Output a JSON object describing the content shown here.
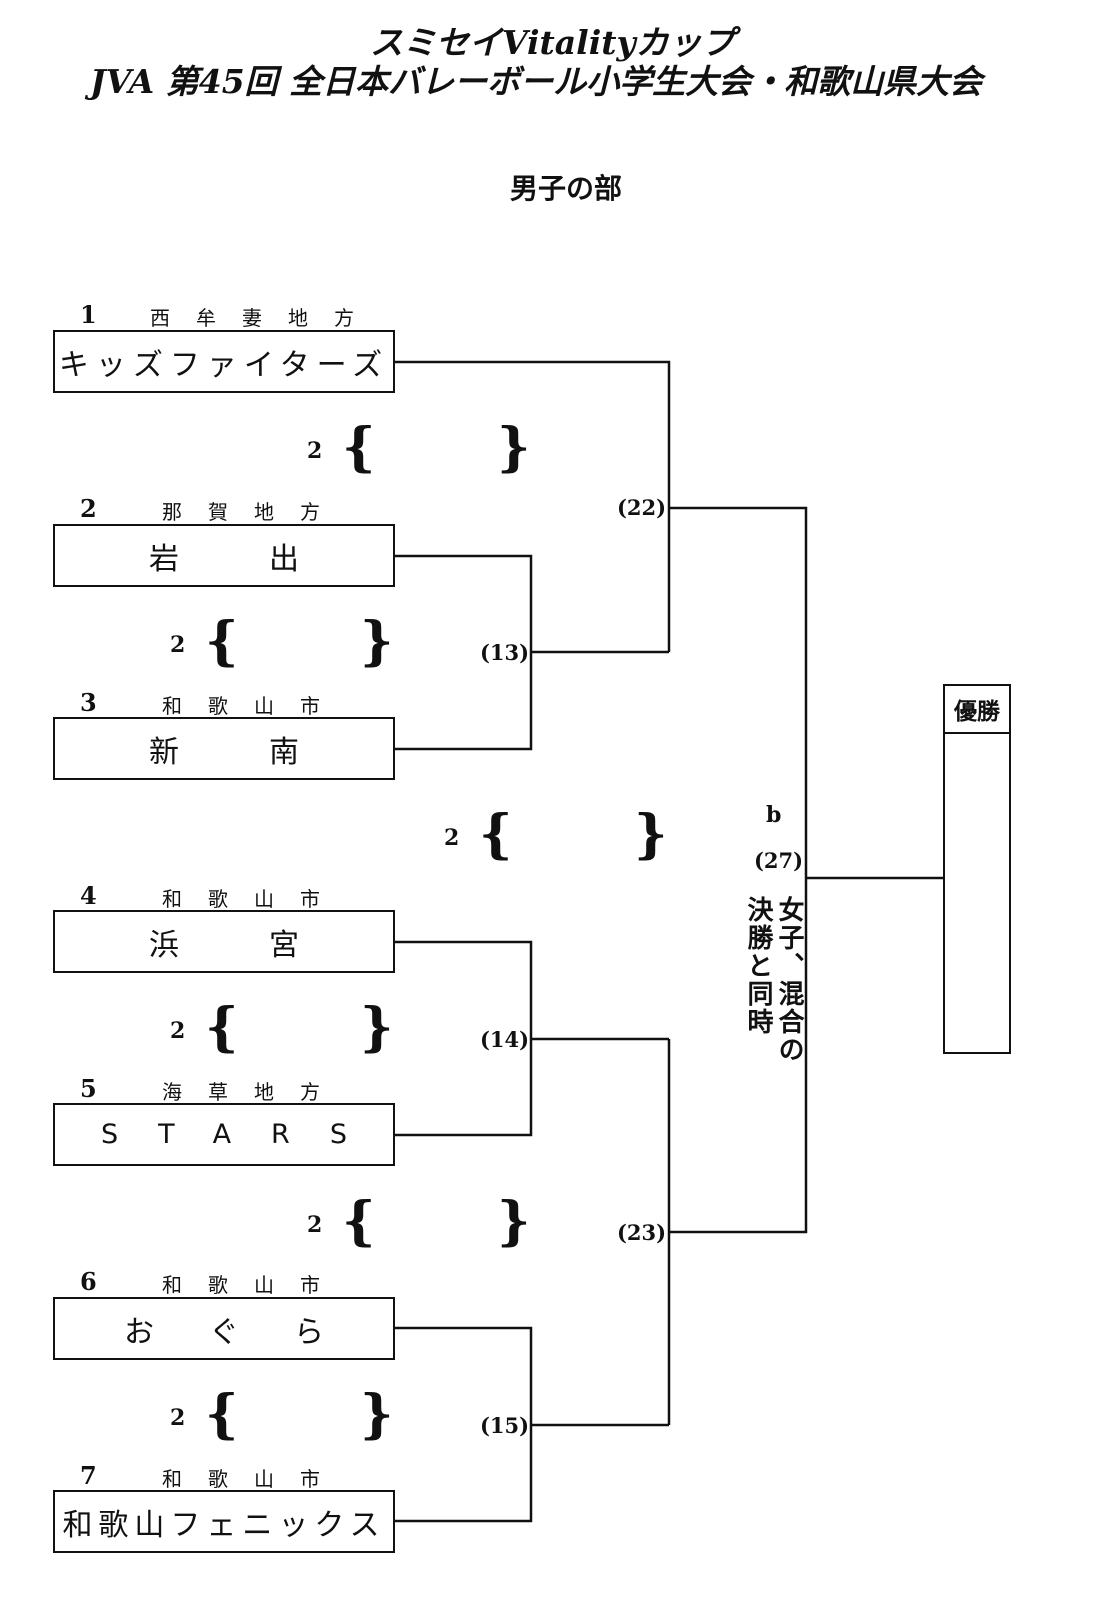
{
  "title_line1": "スミセイVitalityカップ",
  "title_line2": "JVA 第45回 全日本バレーボール小学生大会・和歌山県大会",
  "section_title": "男子の部",
  "teams": [
    {
      "seed": "1",
      "region": "西牟妻地方",
      "name": "キッズファイターズ"
    },
    {
      "seed": "2",
      "region": "那賀地方",
      "name": "岩出"
    },
    {
      "seed": "3",
      "region": "和歌山市",
      "name": "新南"
    },
    {
      "seed": "4",
      "region": "和歌山市",
      "name": "浜宮"
    },
    {
      "seed": "5",
      "region": "海草地方",
      "name": "STARS"
    },
    {
      "seed": "6",
      "region": "和歌山市",
      "name": "おぐら"
    },
    {
      "seed": "7",
      "region": "和歌山市",
      "name": "和歌山フェニックス"
    }
  ],
  "sets_score": [
    "2",
    "2",
    "2",
    "2",
    "2",
    "2"
  ],
  "matches": [
    "(22)",
    "(13)",
    "(14)",
    "(23)",
    "(15)",
    "(27)"
  ],
  "final_note_prefix": "b",
  "final_note": "女子、混合の決勝と同時",
  "final_note_col1": "女子、混合の",
  "final_note_col2": "決勝と同時",
  "champion_label": "優勝"
}
